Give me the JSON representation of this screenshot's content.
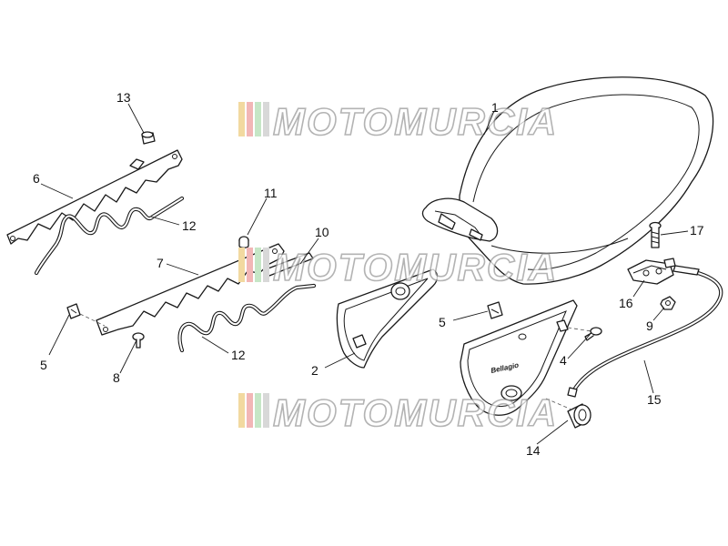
{
  "watermark": {
    "text": "MOTOMURCIA",
    "stripe_colors": [
      "#f2d9a0",
      "#f2b6b6",
      "#c6e6c6",
      "#d8d8d8"
    ]
  },
  "side_panel_logo": "Bellagio",
  "callouts": {
    "c1": "1",
    "c2": "2",
    "c4": "4",
    "c5a": "5",
    "c5b": "5",
    "c6": "6",
    "c7": "7",
    "c8": "8",
    "c9": "9",
    "c10": "10",
    "c11": "11",
    "c12a": "12",
    "c12b": "12",
    "c13": "13",
    "c14": "14",
    "c15": "15",
    "c16": "16",
    "c17": "17"
  }
}
